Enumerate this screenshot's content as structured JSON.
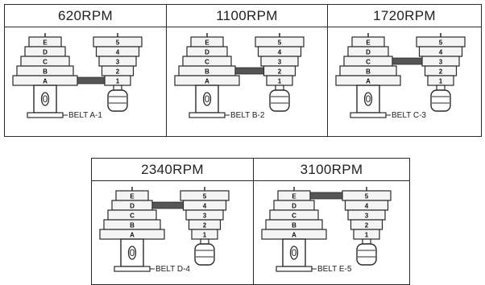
{
  "panels": [
    {
      "speed": "620RPM",
      "belt": "BELT A-1",
      "motor_step": "A",
      "spindle_step": "1"
    },
    {
      "speed": "1100RPM",
      "belt": "BELT B-2",
      "motor_step": "B",
      "spindle_step": "2"
    },
    {
      "speed": "1720RPM",
      "belt": "BELT C-3",
      "motor_step": "C",
      "spindle_step": "3"
    },
    {
      "speed": "2340RPM",
      "belt": "BELT D-4",
      "motor_step": "D",
      "spindle_step": "4"
    },
    {
      "speed": "3100RPM",
      "belt": "BELT E-5",
      "motor_step": "E",
      "spindle_step": "5"
    }
  ],
  "motor_pulley_steps": [
    "E",
    "D",
    "C",
    "B",
    "A"
  ],
  "spindle_pulley_steps": [
    "5",
    "4",
    "3",
    "2",
    "1"
  ],
  "motor_shaft_mark": "0",
  "colors": {
    "line": "#2a2a2a",
    "belt": "#555555",
    "step_fill": "#f4f4f4"
  }
}
